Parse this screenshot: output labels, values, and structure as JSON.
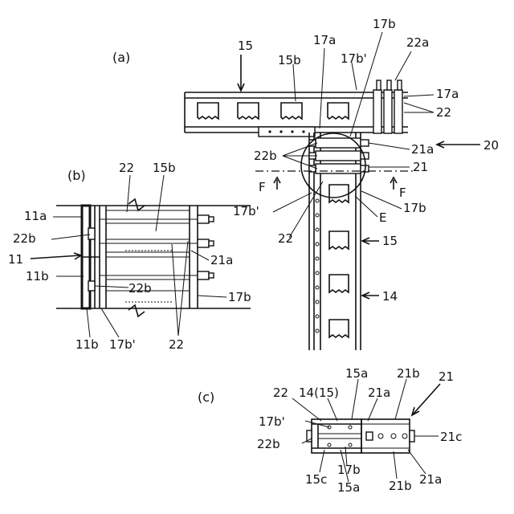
{
  "panels": {
    "a": "(a)",
    "b": "(b)",
    "c": "(c)"
  },
  "labels": {
    "a": {
      "l15_top": "15",
      "l15b": "15b",
      "l17a_top": "17a",
      "l17b_top": "17b",
      "l17bp_top": "17b'",
      "l22a": "22a",
      "l17a_right": "17a",
      "l22_right": "22",
      "l20": "20",
      "l22b": "22b",
      "l21a": "21a",
      "l21": "21",
      "lF_left": "F",
      "lF_right": "F",
      "l17bp_left": "17b'",
      "l17b_right": "17b",
      "lE": "E",
      "l22_bottom": "22",
      "l15_right": "15",
      "l14": "14"
    },
    "b": {
      "l22": "22",
      "l15b": "15b",
      "l11a": "11a",
      "l22b_top": "22b",
      "l11": "11",
      "l21a": "21a",
      "l11b_mid": "11b",
      "l22b_bot": "22b",
      "l17b": "17b",
      "l11b_bot": "11b",
      "l17bp": "17b'",
      "l22_bot": "22"
    },
    "c": {
      "l22": "22",
      "l14_15": "14(15)",
      "l15a_top": "15a",
      "l21a_top": "21a",
      "l21b_top": "21b",
      "l21": "21",
      "l17bp": "17b'",
      "l21c": "21c",
      "l22b": "22b",
      "l17b": "17b",
      "l15c": "15c",
      "l15a_bot": "15a",
      "l21b_bot": "21b",
      "l21a_bot": "21a"
    }
  }
}
